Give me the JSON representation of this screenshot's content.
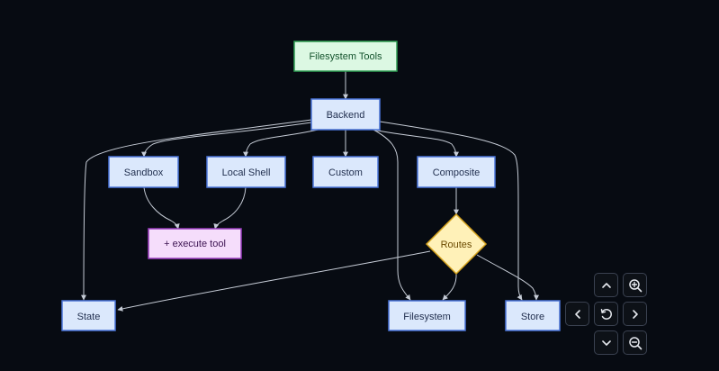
{
  "colors": {
    "background": "#070b12",
    "edge": "#c6ccd6",
    "default_fill": "#dbe8fc",
    "default_stroke": "#4a74d9",
    "default_text": "#1f2d4d",
    "root_fill": "#dcf8e3",
    "root_stroke": "#2f9e53",
    "root_text": "#14532d",
    "exec_fill": "#f5ddfb",
    "exec_stroke": "#9b3dc0",
    "exec_text": "#3b1250",
    "router_fill": "#fff1b8",
    "router_stroke": "#d4a11c",
    "router_text": "#6b4a00"
  },
  "nodes": {
    "filesystem_tools": "Filesystem Tools",
    "backend": "Backend",
    "sandbox": "Sandbox",
    "local_shell": "Local Shell",
    "custom": "Custom",
    "composite": "Composite",
    "execute_tool": "+ execute tool",
    "routes": "Routes",
    "state": "State",
    "filesystem": "Filesystem",
    "store": "Store"
  },
  "edges": [
    [
      "filesystem_tools",
      "backend"
    ],
    [
      "backend",
      "state"
    ],
    [
      "backend",
      "sandbox"
    ],
    [
      "backend",
      "local_shell"
    ],
    [
      "backend",
      "custom"
    ],
    [
      "backend",
      "composite"
    ],
    [
      "backend",
      "filesystem"
    ],
    [
      "backend",
      "store"
    ],
    [
      "sandbox",
      "execute_tool"
    ],
    [
      "local_shell",
      "execute_tool"
    ],
    [
      "composite",
      "routes"
    ],
    [
      "routes",
      "state"
    ],
    [
      "routes",
      "filesystem"
    ],
    [
      "routes",
      "store"
    ]
  ],
  "controls": {
    "pan_up": "chevron-up-icon",
    "pan_left": "chevron-left-icon",
    "reset": "reset-icon",
    "pan_right": "chevron-right-icon",
    "pan_down": "chevron-down-icon",
    "zoom_in": "zoom-in-icon",
    "zoom_out": "zoom-out-icon"
  }
}
